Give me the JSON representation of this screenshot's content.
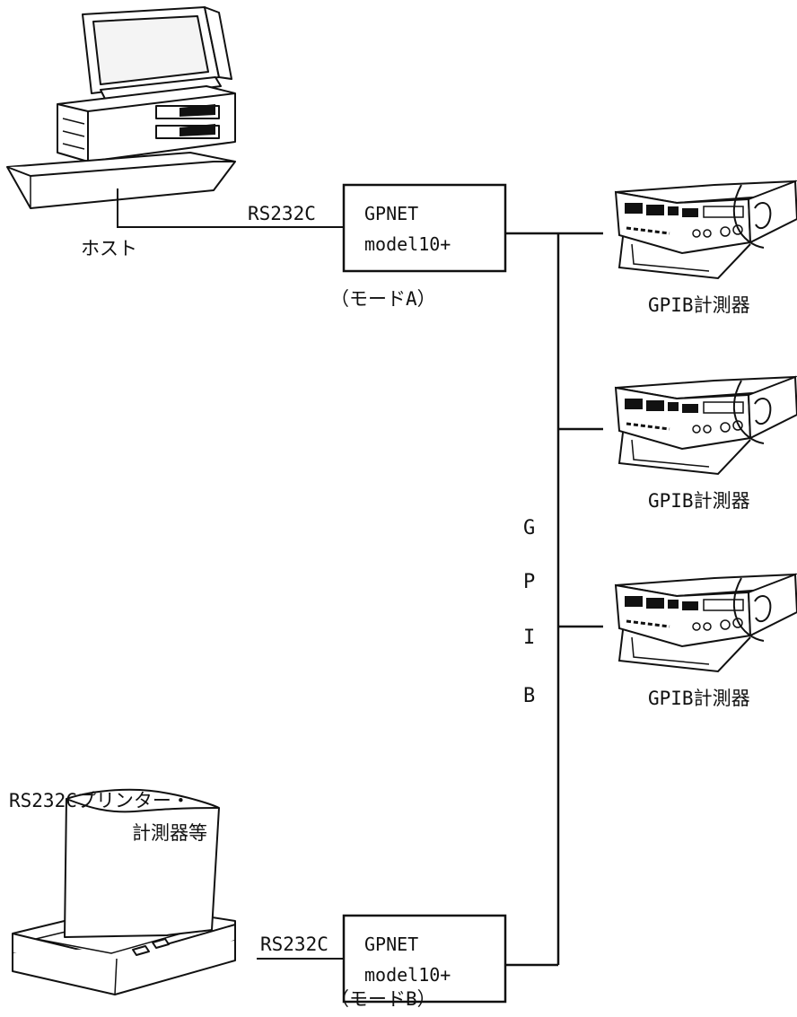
{
  "host": {
    "label": "ホスト"
  },
  "upper_unit": {
    "line1": "GPNET",
    "line2": "model10+",
    "mode": "（モードA）",
    "link_label": "RS232C"
  },
  "lower_unit": {
    "line1": "GPNET",
    "line2": "model10+",
    "mode": "（モードB）",
    "link_label": "RS232C"
  },
  "bus": {
    "letters": [
      "G",
      "P",
      "I",
      "B"
    ]
  },
  "instruments": [
    {
      "label": "GPIB計測器"
    },
    {
      "label": "GPIB計測器"
    },
    {
      "label": "GPIB計測器"
    }
  ],
  "printer": {
    "label_line1": "RS232Cプリンター・",
    "label_line2": "計測器等"
  },
  "icons": {
    "host": "desktop-computer-icon",
    "instrument": "measuring-instrument-icon",
    "printer": "printer-icon"
  }
}
